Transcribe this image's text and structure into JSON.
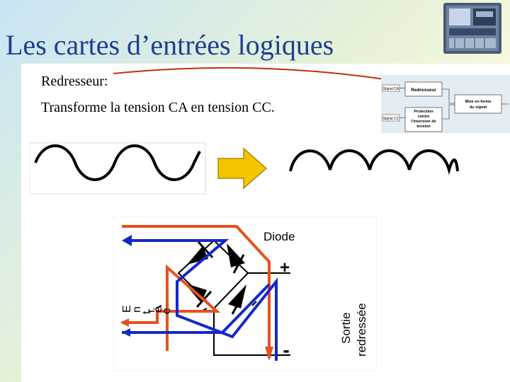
{
  "slide": {
    "title": "Les cartes d’entrées logiques",
    "line1": "Redresseur:",
    "line2": "Transforme la tension CA en tension CC."
  },
  "block_diagram": {
    "input_top": "Signal CA",
    "input_bottom": "Signal CC",
    "redresseur": "Redresseur",
    "protection_1": "Protection",
    "protection_2": "contre",
    "protection_3": "l'inversion de",
    "protection_4": "tension",
    "mise_1": "Mise en forme",
    "mise_2": "du signal"
  },
  "circuit": {
    "diode_label": "Diode",
    "input_letters": [
      "E",
      "n",
      "t",
      "r",
      "é",
      "e"
    ],
    "output_label_1": "Sortie",
    "output_label_2": "redressée",
    "plus_sign": "+",
    "minus_sign": "-"
  },
  "colors": {
    "title": "#1f3f8f",
    "red_wire": "#e8501e",
    "blue_wire": "#1428c8",
    "arrow_fill": "#f5c400",
    "arrow_stroke": "#b08a00"
  }
}
